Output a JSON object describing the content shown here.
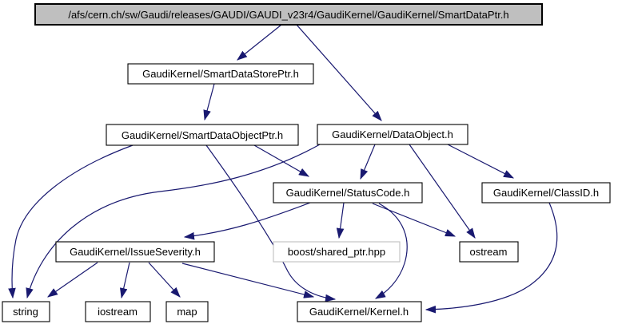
{
  "graph": {
    "kind": "include-dependency-graph",
    "edge_color": "#191970",
    "root_fill_color": "#bfbfbf",
    "node_border_color": "#000000",
    "external_node_border_color": "#c0c0c0",
    "nodes": [
      {
        "id": "root",
        "label": "/afs/cern.ch/sw/Gaudi/releases/GAUDI/GAUDI_v23r4/GaudiKernel/GaudiKernel/SmartDataPtr.h",
        "style": "root"
      },
      {
        "id": "storeptr",
        "label": "GaudiKernel/SmartDataStorePtr.h",
        "style": "normal"
      },
      {
        "id": "objectptr",
        "label": "GaudiKernel/SmartDataObjectPtr.h",
        "style": "normal"
      },
      {
        "id": "dataobject",
        "label": "GaudiKernel/DataObject.h",
        "style": "normal"
      },
      {
        "id": "statuscode",
        "label": "GaudiKernel/StatusCode.h",
        "style": "normal"
      },
      {
        "id": "classid",
        "label": "GaudiKernel/ClassID.h",
        "style": "normal"
      },
      {
        "id": "issueseverity",
        "label": "GaudiKernel/IssueSeverity.h",
        "style": "normal"
      },
      {
        "id": "boost",
        "label": "boost/shared_ptr.hpp",
        "style": "external"
      },
      {
        "id": "ostream",
        "label": "ostream",
        "style": "normal"
      },
      {
        "id": "string",
        "label": "string",
        "style": "normal"
      },
      {
        "id": "iostream",
        "label": "iostream",
        "style": "normal"
      },
      {
        "id": "map",
        "label": "map",
        "style": "normal"
      },
      {
        "id": "kernel",
        "label": "GaudiKernel/Kernel.h",
        "style": "normal"
      }
    ],
    "edges": [
      {
        "from": "root",
        "to": "storeptr"
      },
      {
        "from": "root",
        "to": "dataobject"
      },
      {
        "from": "storeptr",
        "to": "objectptr"
      },
      {
        "from": "objectptr",
        "to": "string"
      },
      {
        "from": "objectptr",
        "to": "statuscode"
      },
      {
        "from": "objectptr",
        "to": "kernel"
      },
      {
        "from": "dataobject",
        "to": "statuscode"
      },
      {
        "from": "dataobject",
        "to": "classid"
      },
      {
        "from": "dataobject",
        "to": "string"
      },
      {
        "from": "dataobject",
        "to": "ostream"
      },
      {
        "from": "statuscode",
        "to": "issueseverity"
      },
      {
        "from": "statuscode",
        "to": "boost"
      },
      {
        "from": "statuscode",
        "to": "ostream"
      },
      {
        "from": "statuscode",
        "to": "kernel"
      },
      {
        "from": "classid",
        "to": "kernel"
      },
      {
        "from": "issueseverity",
        "to": "string"
      },
      {
        "from": "issueseverity",
        "to": "iostream"
      },
      {
        "from": "issueseverity",
        "to": "map"
      },
      {
        "from": "issueseverity",
        "to": "kernel"
      }
    ]
  }
}
